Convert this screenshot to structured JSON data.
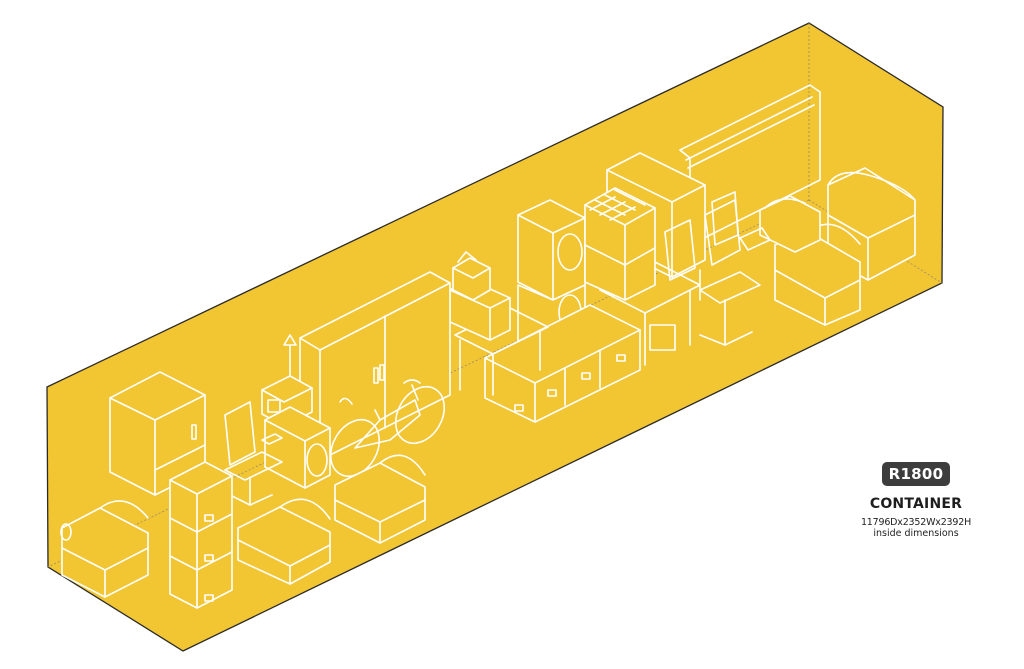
{
  "unit": {
    "code": "R1800",
    "type": "CONTAINER",
    "dimensions": "11796Dx2352Wx2392H",
    "dimensions_caption": "inside dimensions"
  },
  "colors": {
    "container_fill": "#F2C533",
    "container_outline": "#222222",
    "line_art": "#FFFFFF",
    "badge_bg": "#3D3D3D",
    "badge_text": "#FFFFFF"
  },
  "contents": [
    "armchair",
    "armchair",
    "armchair",
    "armchair",
    "armchair",
    "sofa",
    "refrigerator",
    "wardrobe",
    "office-chair",
    "office-chair",
    "office-chair",
    "office-chair",
    "washing-machine",
    "washing-machine",
    "dryer",
    "microwave",
    "floor-lamp",
    "bicycle",
    "desk",
    "desk",
    "cardboard-boxes",
    "cardboard-boxes",
    "cardboard-boxes",
    "bed-frame"
  ]
}
